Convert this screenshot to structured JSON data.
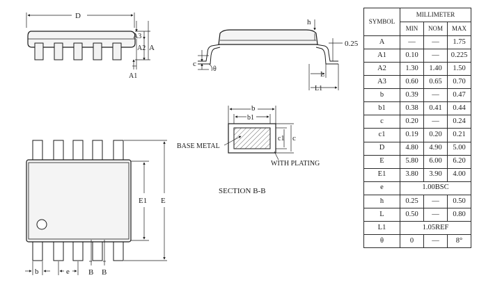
{
  "diagram": {
    "labels": {
      "D": "D",
      "A3": "A3",
      "A2": "A2",
      "A": "A",
      "A1": "A1",
      "h": "h",
      "dim_025": "0.25",
      "c": "c",
      "theta": "θ",
      "L": "L",
      "L1": "L1",
      "b": "b",
      "b1": "b1",
      "c1": "c1",
      "base_metal": "BASE METAL",
      "with_plating": "WITH PLATING",
      "section": "SECTION B-B",
      "E1": "E1",
      "E": "E",
      "b_bottom": "b",
      "e_bottom": "e",
      "B_left": "B",
      "B_right": "B"
    }
  },
  "table": {
    "symbol_header": "SYMBOL",
    "unit_header": "MILLIMETER",
    "columns": [
      "MIN",
      "NOM",
      "MAX"
    ],
    "rows": [
      {
        "symbol": "A",
        "min": "—",
        "nom": "—",
        "max": "1.75"
      },
      {
        "symbol": "A1",
        "min": "0.10",
        "nom": "—",
        "max": "0.225"
      },
      {
        "symbol": "A2",
        "min": "1.30",
        "nom": "1.40",
        "max": "1.50"
      },
      {
        "symbol": "A3",
        "min": "0.60",
        "nom": "0.65",
        "max": "0.70"
      },
      {
        "symbol": "b",
        "min": "0.39",
        "nom": "—",
        "max": "0.47"
      },
      {
        "symbol": "b1",
        "min": "0.38",
        "nom": "0.41",
        "max": "0.44"
      },
      {
        "symbol": "c",
        "min": "0.20",
        "nom": "—",
        "max": "0.24"
      },
      {
        "symbol": "c1",
        "min": "0.19",
        "nom": "0.20",
        "max": "0.21"
      },
      {
        "symbol": "D",
        "min": "4.80",
        "nom": "4.90",
        "max": "5.00"
      },
      {
        "symbol": "E",
        "min": "5.80",
        "nom": "6.00",
        "max": "6.20"
      },
      {
        "symbol": "E1",
        "min": "3.80",
        "nom": "3.90",
        "max": "4.00"
      },
      {
        "symbol": "e",
        "span": "1.00BSC"
      },
      {
        "symbol": "h",
        "min": "0.25",
        "nom": "—",
        "max": "0.50"
      },
      {
        "symbol": "L",
        "min": "0.50",
        "nom": "—",
        "max": "0.80"
      },
      {
        "symbol": "L1",
        "span": "1.05REF"
      },
      {
        "symbol": "θ",
        "min": "0",
        "nom": "—",
        "max": "8°"
      }
    ]
  }
}
